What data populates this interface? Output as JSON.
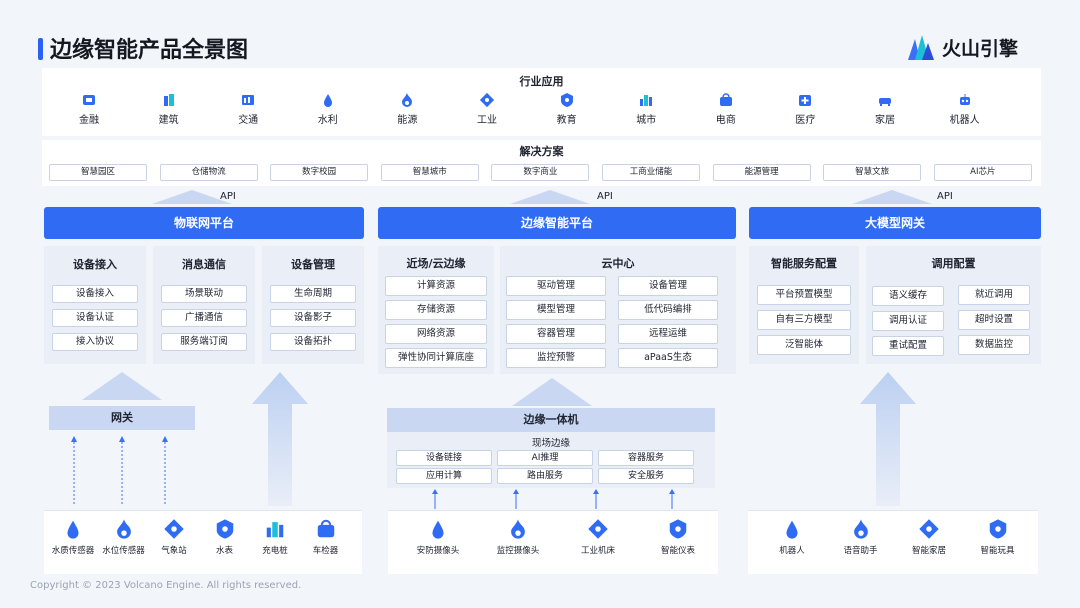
{
  "header": {
    "title": "边缘智能产品全景图",
    "logo_text": "火山引擎"
  },
  "industry": {
    "title": "行业应用",
    "items": [
      "金融",
      "建筑",
      "交通",
      "水利",
      "能源",
      "工业",
      "教育",
      "城市",
      "电商",
      "医疗",
      "家居",
      "机器人"
    ]
  },
  "solutions": {
    "title": "解决方案",
    "items": [
      "智慧园区",
      "仓储物流",
      "数字校园",
      "智慧城市",
      "数字商业",
      "工商业储能",
      "能源管理",
      "智慧文旅",
      "AI芯片"
    ]
  },
  "api_label": "API",
  "iot": {
    "title": "物联网平台",
    "columns": [
      {
        "title": "设备接入",
        "items": [
          "设备接入",
          "设备认证",
          "接入协议"
        ]
      },
      {
        "title": "消息通信",
        "items": [
          "场景联动",
          "广播通信",
          "服务端订阅"
        ]
      },
      {
        "title": "设备管理",
        "items": [
          "生命周期",
          "设备影子",
          "设备拓扑"
        ]
      }
    ],
    "gateway": "网关",
    "devices": [
      "水质传感器",
      "水位传感器",
      "气象站",
      "水表",
      "充电桩",
      "车检器"
    ]
  },
  "edge": {
    "title": "边缘智能平台",
    "near": {
      "title": "近场/云边缘",
      "items": [
        "计算资源",
        "存储资源",
        "网络资源",
        "弹性协同计算底座"
      ]
    },
    "cloud": {
      "title": "云中心",
      "left": [
        "驱动管理",
        "模型管理",
        "容器管理",
        "监控预警"
      ],
      "right": [
        "设备管理",
        "低代码编排",
        "远程运维",
        "aPaaS生态"
      ]
    },
    "appliance": {
      "title": "边缘一体机",
      "subtitle": "现场边缘",
      "items": [
        "设备链接",
        "AI推理",
        "容器服务",
        "应用计算",
        "路由服务",
        "安全服务"
      ]
    },
    "devices": [
      "安防摄像头",
      "监控摄像头",
      "工业机床",
      "智能仪表"
    ]
  },
  "llm": {
    "title": "大模型网关",
    "service": {
      "title": "智能服务配置",
      "items": [
        "平台预置模型",
        "自有三方模型",
        "泛智能体"
      ]
    },
    "call": {
      "title": "调用配置",
      "left": [
        "语义缓存",
        "调用认证",
        "重试配置"
      ],
      "right": [
        "就近调用",
        "超时设置",
        "数据监控"
      ]
    },
    "devices": [
      "机器人",
      "语音助手",
      "智能家居",
      "智能玩具"
    ]
  },
  "footer": {
    "copyright": "Copyright © 2023 Volcano Engine. All rights reserved."
  },
  "colors": {
    "primary": "#2f6bf3",
    "panel": "#e9eef7",
    "light_blue": "#c9d7f3"
  }
}
